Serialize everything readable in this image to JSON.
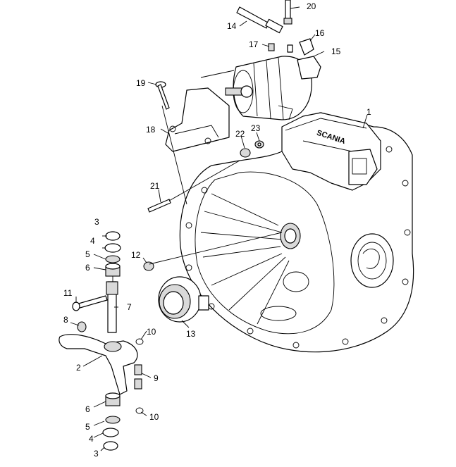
{
  "diagram": {
    "callouts": {
      "c1": "1",
      "c2": "2",
      "c3a": "3",
      "c3b": "3",
      "c4a": "4",
      "c4b": "4",
      "c5a": "5",
      "c5b": "5",
      "c6a": "6",
      "c6b": "6",
      "c7": "7",
      "c8": "8",
      "c9": "9",
      "c10a": "10",
      "c10b": "10",
      "c11": "11",
      "c12": "12",
      "c13": "13",
      "c14": "14",
      "c15": "15",
      "c16": "16",
      "c17": "17",
      "c18": "18",
      "c19": "19",
      "c20": "20",
      "c21": "21",
      "c22": "22",
      "c23": "23"
    },
    "housing_brand_text": "SCANIA"
  }
}
